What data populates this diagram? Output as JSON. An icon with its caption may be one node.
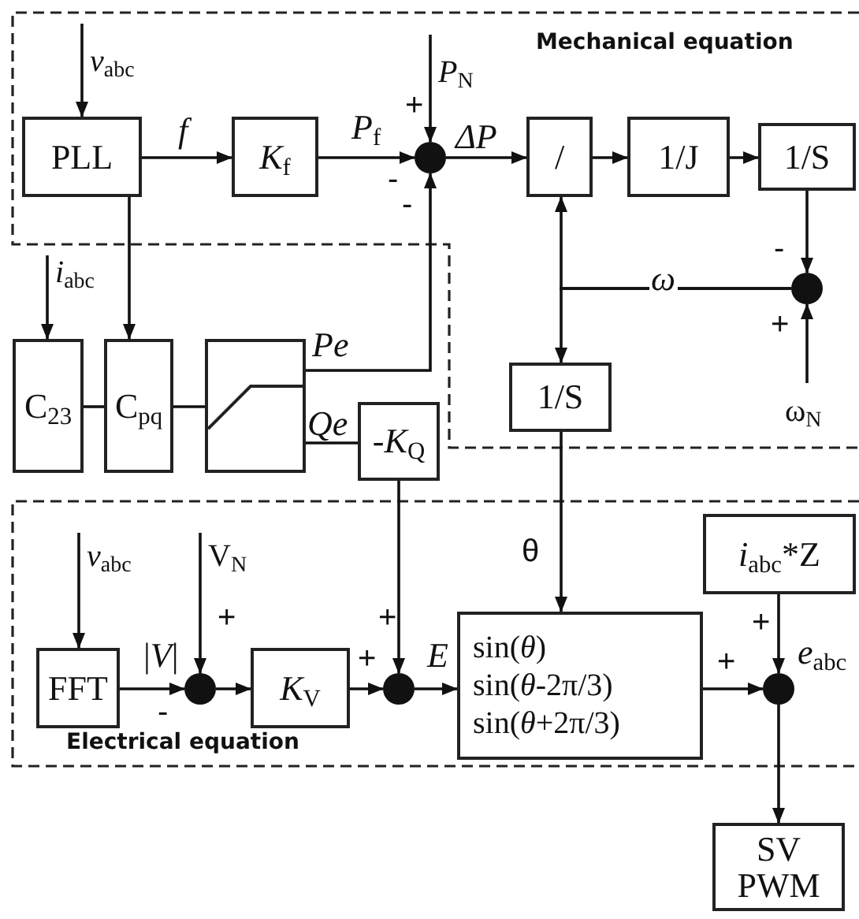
{
  "diagram": {
    "nodes": [
      {
        "text": [
          "PLL"
        ]
      },
      {
        "text": [
          "*K*$_{f}$"
        ]
      },
      {
        "text": [],
        "shape": "circle"
      },
      {
        "text": [
          "/"
        ]
      },
      {
        "text": [
          "1/J"
        ]
      },
      {
        "text": [
          "1/S"
        ]
      },
      {
        "text": [],
        "shape": "circle"
      },
      {
        "text": [
          "C$_{23}$"
        ]
      },
      {
        "text": [
          "C$_{pq}$"
        ]
      },
      {
        "text": [],
        "shape": "box",
        "beside": [
          "Pe",
          "Qe"
        ]
      },
      {
        "text": [
          "-*K*$_{Q}$"
        ]
      },
      {
        "text": [
          "1/S"
        ]
      },
      {
        "text": [
          "FFT"
        ]
      },
      {
        "text": [],
        "shape": "circle"
      },
      {
        "text": [
          "*K*$_{V}$"
        ]
      },
      {
        "text": [],
        "shape": "circle"
      },
      {
        "text": [
          "sin(*θ*)",
          "sin(*θ*-2π/3)",
          "sin(*θ*+2π/3)"
        ]
      },
      {
        "text": [
          "*i*$_{abc}$*Z"
        ]
      },
      {
        "text": [],
        "shape": "circle",
        "beside": [
          "*e*$_{abc}$"
        ]
      },
      {
        "text": [
          "SV PWM"
        ]
      },
      {
        "text": [
          "*v*$_{abc}$"
        ]
      },
      {
        "text": [
          "*P*$_{N}$"
        ]
      },
      {
        "text": [
          "*i*$_{abc}$"
        ]
      },
      {
        "text": [
          "ω$_{N}$"
        ]
      },
      {
        "text": [
          "*v*$_{abc}$"
        ]
      },
      {
        "text": [
          "V$_{N}$"
        ]
      }
    ],
    "edges": [
      {
        "from": 20,
        "to": 0,
        "arrow": "to"
      },
      {
        "from": 0,
        "to": 1,
        "arrow": "to",
        "label": "f"
      },
      {
        "from": 1,
        "to": 2,
        "arrow": "to",
        "label": "*P*$_{f}$"
      },
      {
        "from": 21,
        "to": 2,
        "arrow": "to"
      },
      {
        "from": 2,
        "to": 3,
        "arrow": "to",
        "label": "ΔP"
      },
      {
        "from": 3,
        "to": 4,
        "arrow": "to"
      },
      {
        "from": 4,
        "to": 5,
        "arrow": "to"
      },
      {
        "from": 5,
        "to": 6,
        "arrow": "to"
      },
      {
        "from": 6,
        "to": 3,
        "arrow": "to",
        "label": "ω"
      },
      {
        "from": 6,
        "to": 11,
        "arrow": "to"
      },
      {
        "from": 23,
        "to": 6,
        "arrow": "to"
      },
      {
        "from": 0,
        "to": 8,
        "arrow": "to"
      },
      {
        "from": 22,
        "to": 7,
        "arrow": "to"
      },
      {
        "from": 7,
        "to": 8,
        "arrow": "none"
      },
      {
        "from": 8,
        "to": 9,
        "arrow": "none"
      },
      {
        "from": 9,
        "to": 2,
        "arrow": "to"
      },
      {
        "from": 9,
        "to": 10,
        "arrow": "none"
      },
      {
        "from": 10,
        "to": 15,
        "arrow": "to"
      },
      {
        "from": 11,
        "to": 16,
        "arrow": "to",
        "label": "θ"
      },
      {
        "from": 24,
        "to": 12,
        "arrow": "to"
      },
      {
        "from": 12,
        "to": 13,
        "arrow": "to",
        "label": "|*V*|"
      },
      {
        "from": 25,
        "to": 13,
        "arrow": "to"
      },
      {
        "from": 13,
        "to": 14,
        "arrow": "to"
      },
      {
        "from": 14,
        "to": 15,
        "arrow": "to"
      },
      {
        "from": 15,
        "to": 16,
        "arrow": "to",
        "label": "E"
      },
      {
        "from": 16,
        "to": 18,
        "arrow": "to"
      },
      {
        "from": 17,
        "to": 18,
        "arrow": "to"
      },
      {
        "from": 18,
        "to": 19,
        "arrow": "to"
      }
    ],
    "labels": [
      "Mechanical equation",
      "+",
      "-",
      "-",
      "-",
      "+",
      "+",
      "+",
      "+",
      "+",
      "+",
      "-",
      "Electrical equation"
    ]
  }
}
